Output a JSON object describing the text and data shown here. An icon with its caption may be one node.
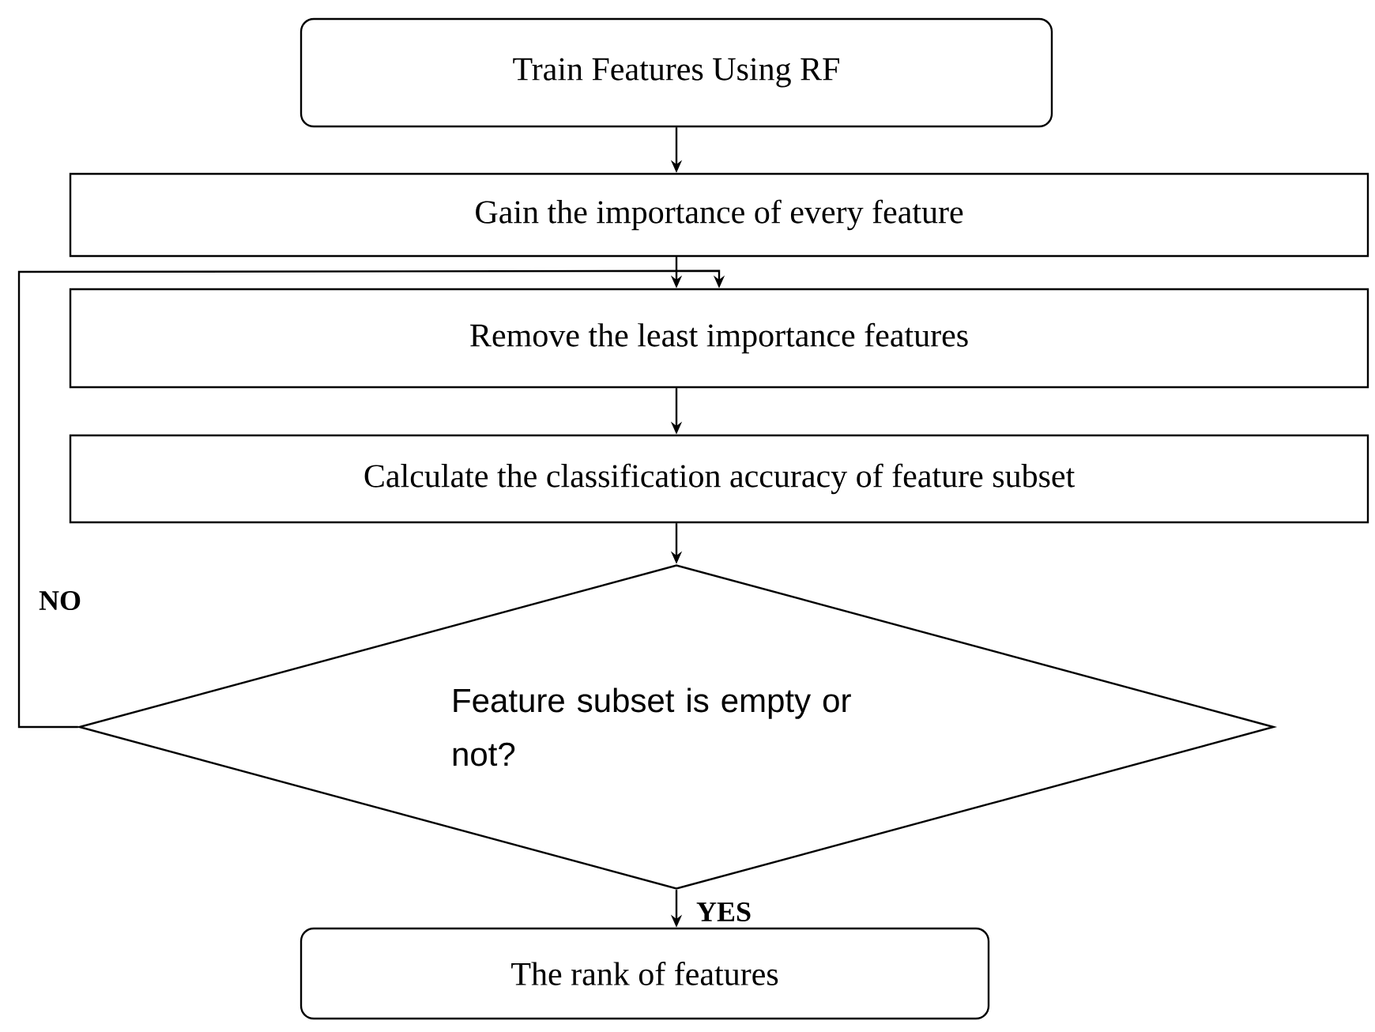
{
  "diagram": {
    "nodes": [
      {
        "text": [
          "Train Features Using RF"
        ]
      },
      {
        "text": [
          "Gain the importance of every feature"
        ]
      },
      {
        "text": [
          "Remove the least importance features"
        ]
      },
      {
        "text": [
          "Calculate the classification accuracy of feature subset"
        ]
      },
      {
        "text": [
          "Feature subset is empty or not?"
        ]
      },
      {
        "text": [
          "The rank of features"
        ]
      }
    ],
    "edges": [
      {
        "from": 0,
        "to": 1,
        "arrow": "to"
      },
      {
        "from": 1,
        "to": 2,
        "arrow": "to"
      },
      {
        "from": 2,
        "to": 3,
        "arrow": "to"
      },
      {
        "from": 3,
        "to": 4,
        "arrow": "to"
      },
      {
        "from": 4,
        "to": 2,
        "arrow": "to",
        "label": "NO"
      },
      {
        "from": 4,
        "to": 5,
        "arrow": "to",
        "label": "YES"
      }
    ]
  }
}
